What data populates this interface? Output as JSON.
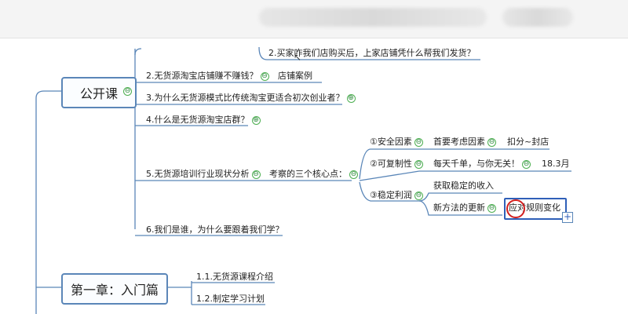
{
  "mindmap": {
    "branches": {
      "public": "公开课",
      "chapter1": "第一章：入门篇"
    },
    "questions": {
      "q2_buyer": "2.买家咋我们店购买后，上家店铺凭什么帮我们发货？",
      "q2": "2.无货源淘宝店铺赚不赚钱？",
      "q2_case": "店铺案例",
      "q3": "3.为什么无货源模式比传统淘宝更适合初次创业者？",
      "q4": "4.什么是无货源淘宝店群？",
      "q5": "5.无货源培训行业现状分析",
      "q5_core": "考察的三个核心点：",
      "q6": "6.我们是谁，为什么要跟着我们学？"
    },
    "factors": {
      "safety": "①安全因素",
      "safety_first": "首要考虑因素",
      "safety_result": "扣分~封店",
      "replicable": "②可复制性",
      "replicable_daily": "每天千单，与你无关！",
      "replicable_date": "18.3月",
      "stable": "③稳定利润",
      "stable_stable": "获取稳定的收入",
      "stable_new": "新方法的更新",
      "stable_rules": "应对规则变化"
    },
    "chapter1": {
      "item1": "1.1.无货源课程介绍",
      "item2": "1.2.制定学习计划"
    }
  },
  "icons": {
    "collapse": "⊖",
    "expand": "⊕",
    "add": "+"
  },
  "colors": {
    "line": "#5a86b8",
    "toggle": "#4caf50",
    "selection": "#2f5fb8",
    "annotation": "#d21f1f"
  }
}
